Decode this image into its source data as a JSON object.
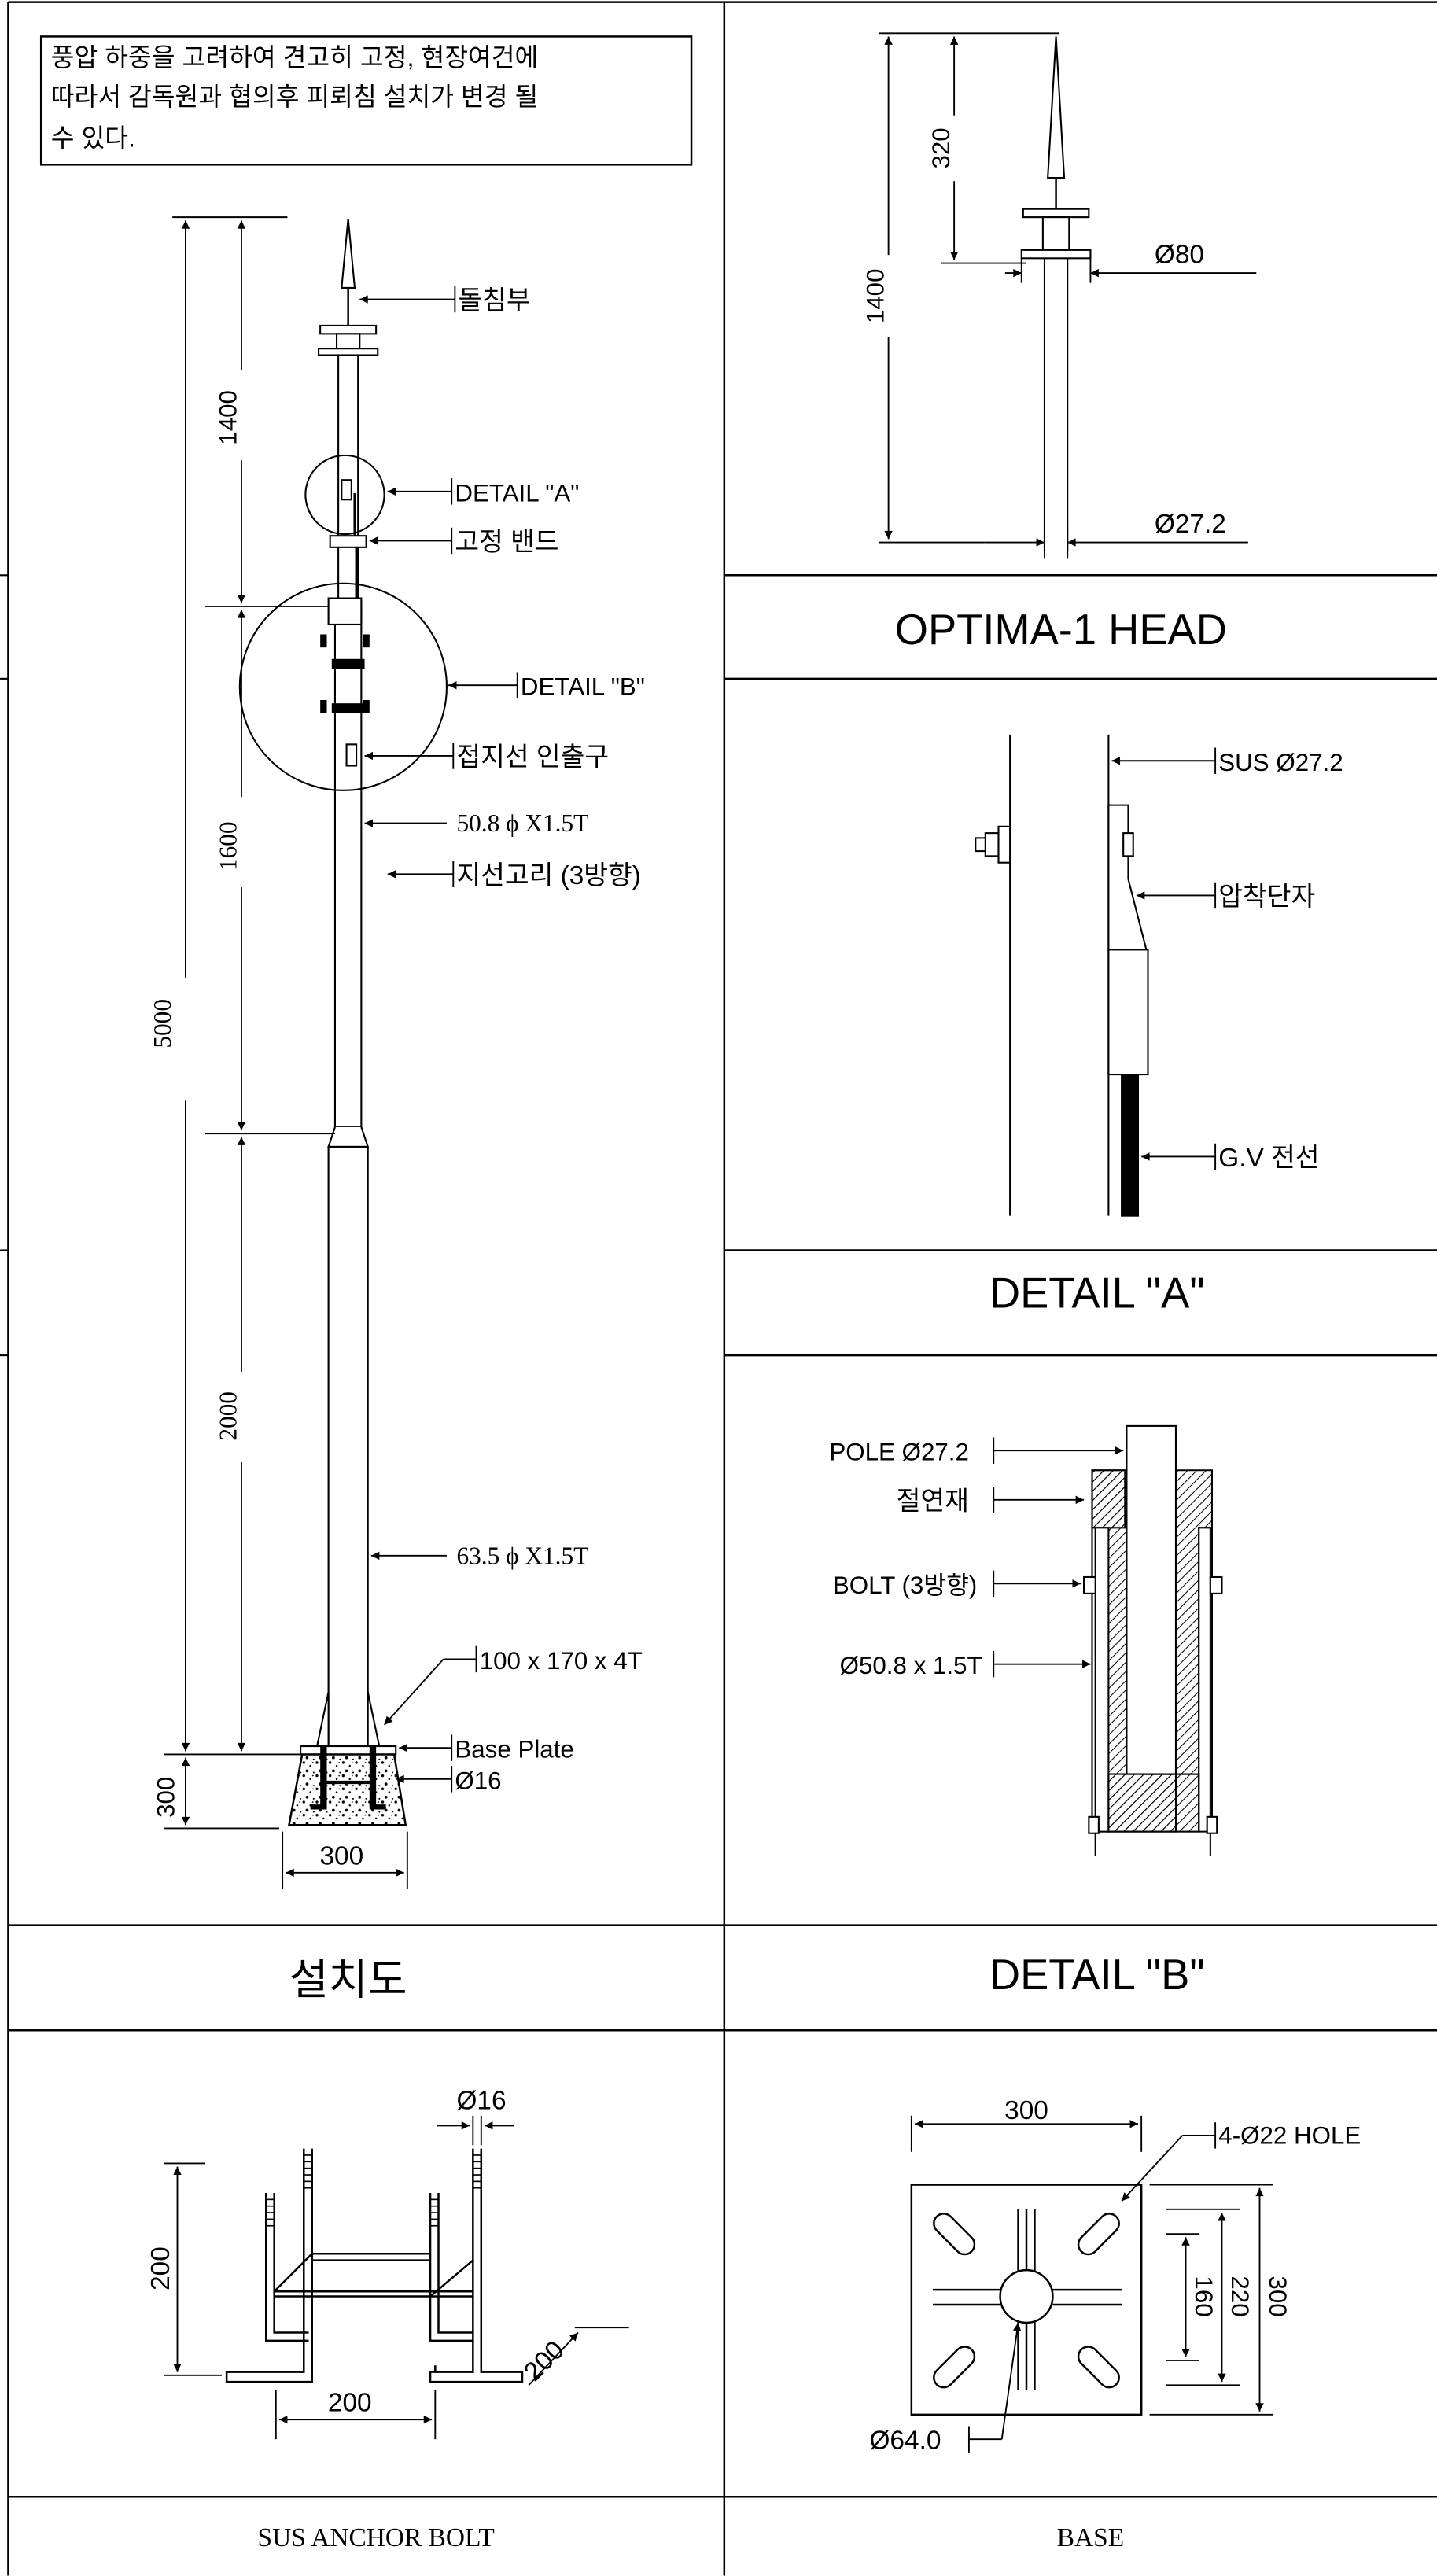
{
  "note": {
    "line1": "풍압 하중을 고려하여 견고히 고정, 현장여건에",
    "line2": "따라서 감독원과 협의후 피뢰침 설치가 변경 될",
    "line3": "수 있다."
  },
  "install": {
    "title": "설치도",
    "labels": {
      "rod_part": "돌침부",
      "detail_a": "DETAIL \"A\"",
      "fix_band": "고정 밴드",
      "detail_b": "DETAIL \"B\"",
      "ground_outlet": "접지선 인출구",
      "pipe_upper": "50.8 ϕ X1.5T",
      "guy_ring": "지선고리 (3방향)",
      "pipe_lower": "63.5 ϕ X1.5T",
      "rib": "100 x 170 x 4T",
      "base_plate": "Base Plate",
      "bolt_dia": "Ø16"
    },
    "dims": {
      "total": "5000",
      "d1400": "1400",
      "d1600": "1600",
      "d2000": "2000",
      "d300v": "300",
      "d300h": "300"
    }
  },
  "head": {
    "title": "OPTIMA-1 HEAD",
    "dims": {
      "d1400": "1400",
      "d320": "320",
      "dia80": "Ø80",
      "dia272": "Ø27.2"
    }
  },
  "detail_a": {
    "title": "DETAIL \"A\"",
    "labels": {
      "sus": "SUS Ø27.2",
      "terminal": "압착단자",
      "wire": "G.V 전선"
    }
  },
  "detail_b": {
    "title": "DETAIL \"B\"",
    "labels": {
      "pole": "POLE Ø27.2",
      "insulator": "절연재",
      "bolt": "BOLT (3방향)",
      "pipe": "Ø50.8 x 1.5T"
    }
  },
  "anchor": {
    "title": "SUS ANCHOR BOLT",
    "dims": {
      "dia16": "Ø16",
      "h200": "200",
      "w200": "200",
      "d200": "200"
    }
  },
  "base": {
    "title": "BASE",
    "dims": {
      "w300": "300",
      "hole": "4-Ø22 HOLE",
      "d160": "160",
      "d220": "220",
      "d300": "300",
      "dia64": "Ø64.0"
    }
  }
}
